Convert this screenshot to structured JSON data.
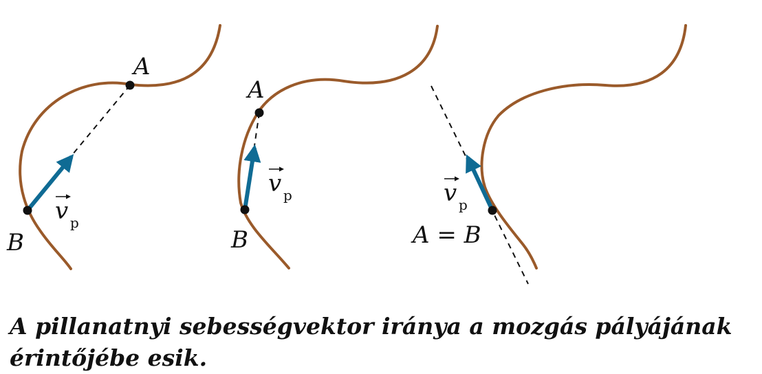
{
  "colors": {
    "curve": "#9a5a2a",
    "vector": "#0f6b94",
    "point": "#111111",
    "dashed": "#111111",
    "text": "#111111"
  },
  "panels": [
    {
      "point_a_label": "A",
      "point_b_label": "B",
      "vector_symbol": "v",
      "vector_subscript": "p"
    },
    {
      "point_a_label": "A",
      "point_b_label": "B",
      "vector_symbol": "v",
      "vector_subscript": "p"
    },
    {
      "coincident_label": "A = B",
      "vector_symbol": "v",
      "vector_subscript": "p"
    }
  ],
  "caption": "A pillanatnyi sebességvektor iránya a mozgás pályájának érintőjébe esik."
}
